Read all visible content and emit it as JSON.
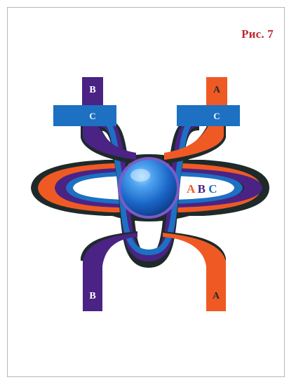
{
  "figure": {
    "caption": "Рис. 7"
  },
  "diagram": {
    "labels": {
      "b_top": "B",
      "a_top": "A",
      "c_left": "C",
      "c_right": "C",
      "b_bottom": "B",
      "a_bottom": "A"
    },
    "abc": {
      "a": "A",
      "b": "B",
      "c": "C"
    }
  },
  "colors": {
    "caption": "#c0272d",
    "orange": "#ef5a24",
    "purple": "#4a2385",
    "blue": "#1d70c2",
    "dark": "#1e2a2a",
    "sphere": "#1a66c8"
  }
}
